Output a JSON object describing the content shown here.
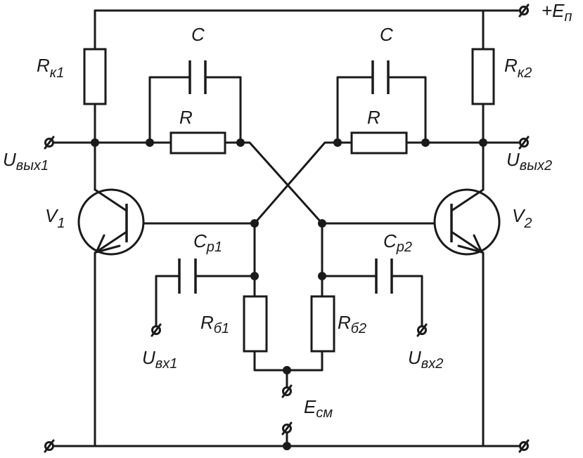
{
  "labels": {
    "supply": {
      "prefix": "+E",
      "sub": "п"
    },
    "rk1": {
      "main": "R",
      "sub": "к1"
    },
    "rk2": {
      "main": "R",
      "sub": "к2"
    },
    "c_left": "C",
    "c_right": "C",
    "r_left": "R",
    "r_right": "R",
    "uout1": {
      "main": "U",
      "sub": "вых1"
    },
    "uout2": {
      "main": "U",
      "sub": "вых2"
    },
    "v1": {
      "main": "V",
      "sub": "1"
    },
    "v2": {
      "main": "V",
      "sub": "2"
    },
    "cp1": {
      "main": "C",
      "sub": "p1"
    },
    "cp2": {
      "main": "C",
      "sub": "p2"
    },
    "rb1": {
      "main": "R",
      "sub": "б1"
    },
    "rb2": {
      "main": "R",
      "sub": "б2"
    },
    "uin1": {
      "main": "U",
      "sub": "вх1"
    },
    "uin2": {
      "main": "U",
      "sub": "вх2"
    },
    "ebias": {
      "main": "E",
      "sub": "см"
    }
  }
}
